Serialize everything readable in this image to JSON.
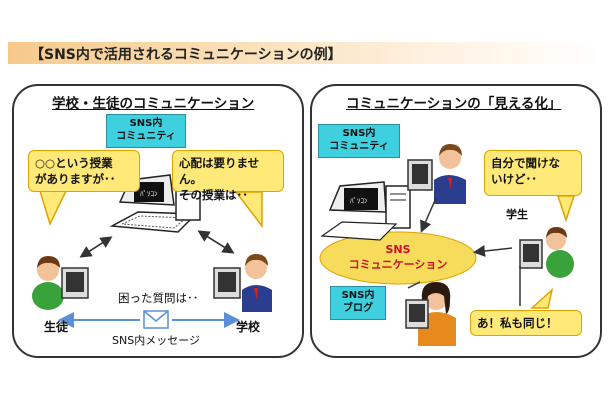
{
  "header": {
    "title": "【SNS内で活用されるコミュニケーションの例】"
  },
  "left_panel": {
    "title": "学校・生徒のコミュニケーション",
    "community_box": [
      "SNS内",
      "コミュニティ"
    ],
    "bubble_student": [
      "○○という授業",
      "がありますが･･"
    ],
    "bubble_school": [
      "心配は要りません。",
      "その授業は･･"
    ],
    "student_label": "生徒",
    "school_label": "学校",
    "question_text": "困った質問は･･",
    "message_label": "SNS内メッセージ"
  },
  "right_panel": {
    "title": "コミュニケーションの「見える化」",
    "community_box": [
      "SNS内",
      "コミュニティ"
    ],
    "ellipse_text": [
      "SNS",
      "コミュニケーション"
    ],
    "blog_box": [
      "SNS内",
      "ブログ"
    ],
    "bubble_top": [
      "自分で聞けな",
      "いけど･･"
    ],
    "student_label": "学生",
    "bubble_bottom": "あ！私も同じ！"
  },
  "colors": {
    "bubble_fill": "#ffe978",
    "bubble_border": "#e0a200",
    "cyan_box": "#3fd0df",
    "ellipse_fill": "#f7dc5b",
    "arrow_blue": "#5b8fd6"
  }
}
